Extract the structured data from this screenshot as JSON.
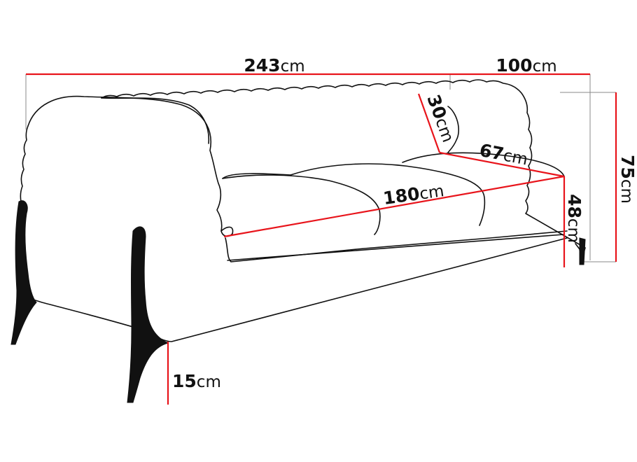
{
  "colors": {
    "dimension_line": "#e8141b",
    "outline": "#111111",
    "background": "#ffffff"
  },
  "dimensions": {
    "total_width": {
      "value": "243",
      "unit": "cm"
    },
    "depth": {
      "value": "100",
      "unit": "cm"
    },
    "total_height": {
      "value": "75",
      "unit": "cm"
    },
    "backrest": {
      "value": "30",
      "unit": "cm"
    },
    "seat_depth": {
      "value": "67",
      "unit": "cm"
    },
    "seat_width": {
      "value": "180",
      "unit": "cm"
    },
    "seat_height": {
      "value": "48",
      "unit": "cm"
    },
    "leg_height": {
      "value": "15",
      "unit": "cm"
    }
  }
}
